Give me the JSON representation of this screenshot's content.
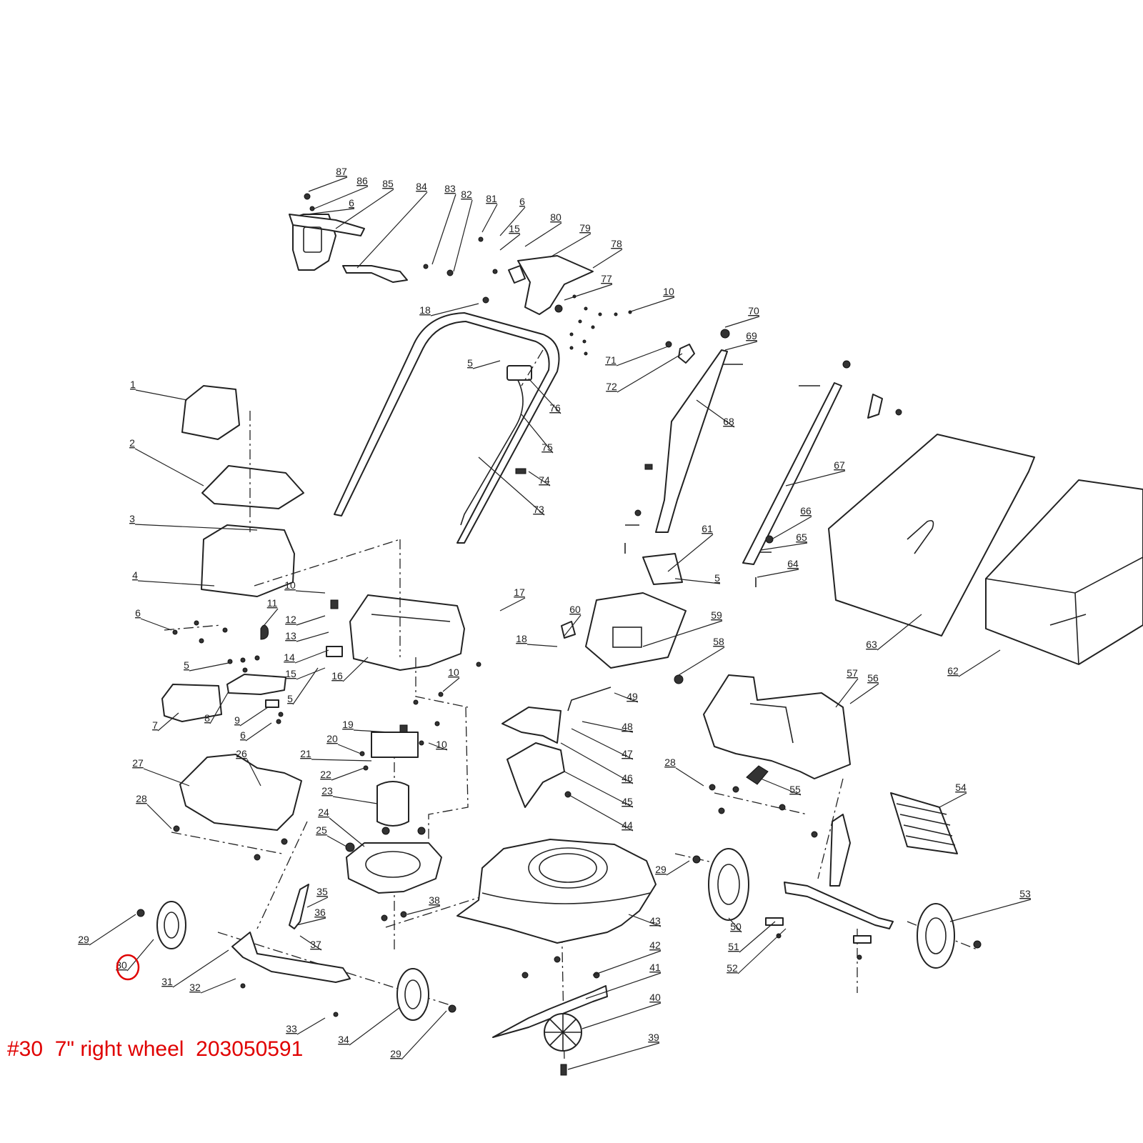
{
  "caption": "#30  7\" right wheel  203050591",
  "highlight_color": "#e00000",
  "highlighted_label": "30",
  "labels": [
    "1",
    "2",
    "3",
    "4",
    "5",
    "6",
    "7",
    "8",
    "9",
    "10",
    "11",
    "12",
    "13",
    "14",
    "15",
    "16",
    "17",
    "18",
    "19",
    "20",
    "21",
    "22",
    "23",
    "24",
    "25",
    "26",
    "27",
    "28",
    "29",
    "30",
    "31",
    "32",
    "33",
    "34",
    "35",
    "36",
    "37",
    "38",
    "39",
    "40",
    "41",
    "42",
    "43",
    "44",
    "45",
    "46",
    "47",
    "48",
    "49",
    "50",
    "51",
    "52",
    "53",
    "54",
    "55",
    "56",
    "57",
    "58",
    "59",
    "60",
    "61",
    "62",
    "63",
    "64",
    "65",
    "66",
    "67",
    "68",
    "69",
    "70",
    "71",
    "72",
    "73",
    "74",
    "75",
    "76",
    "77",
    "78",
    "79",
    "80",
    "81",
    "82",
    "83",
    "84",
    "85",
    "86",
    "87"
  ]
}
